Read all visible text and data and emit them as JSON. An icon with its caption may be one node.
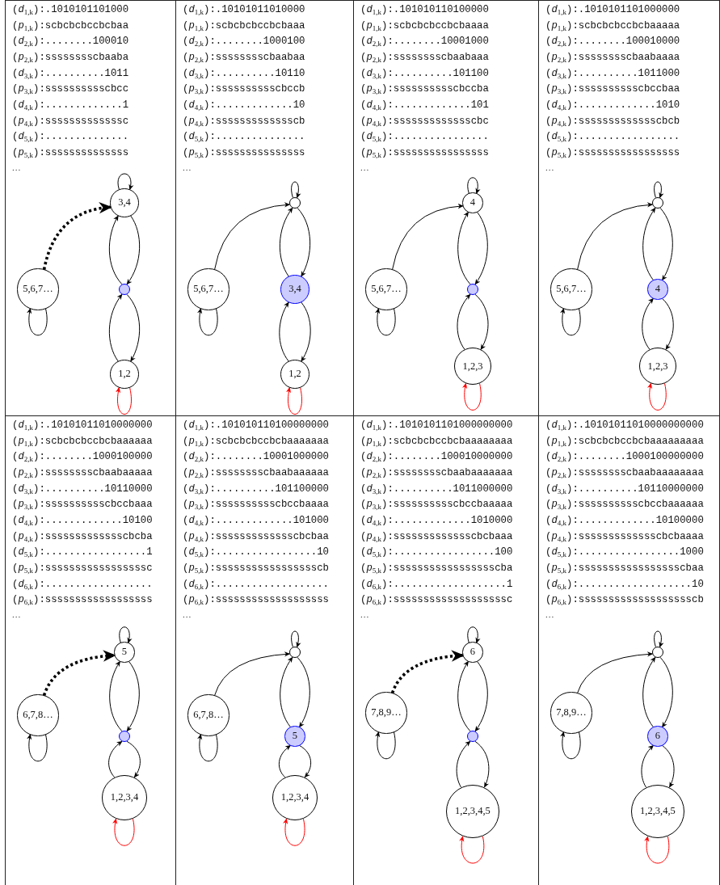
{
  "diagram": {
    "nodes": [
      {
        "text": [
          "(*d*$_{1,k}$):.1010101101000",
          "(*p*$_{1,k}$):scbcbcbccbcbaa",
          "(*d*$_{2,k}$):........100010",
          "(*p*$_{2,k}$):sssssssscbaaba",
          "(*d*$_{3,k}$):..........1011",
          "(*p*$_{3,k}$):sssssssssscbcc",
          "(*d*$_{4,k}$):.............1",
          "(*p*$_{4,k}$):sssssssssssssc",
          "(*d*$_{5,k}$):..............",
          "(*p*$_{5,k}$):ssssssssssssss",
          "..."
        ]
      },
      {
        "text": [
          "3,4"
        ],
        "in": 0
      },
      {
        "text": [
          "5,6,7…"
        ],
        "in": 0
      },
      {
        "text": [],
        "shape": "circle",
        "in": 0
      },
      {
        "text": [
          "1,2"
        ],
        "in": 0
      },
      {
        "text": [
          "(*d*$_{1,k}$):.10101011010000",
          "(*p*$_{1,k}$):scbcbcbccbcbaaa",
          "(*d*$_{2,k}$):........1000100",
          "(*p*$_{2,k}$):sssssssscbaabaa",
          "(*d*$_{3,k}$):..........10110",
          "(*p*$_{3,k}$):sssssssssscbccb",
          "(*d*$_{4,k}$):.............10",
          "(*p*$_{4,k}$):ssssssssssssscb",
          "(*d*$_{5,k}$):...............",
          "(*p*$_{5,k}$):sssssssssssssss",
          "..."
        ]
      },
      {
        "text": [],
        "shape": "circle",
        "in": 5
      },
      {
        "text": [
          "5,6,7…"
        ],
        "in": 5
      },
      {
        "text": [
          "3,4"
        ],
        "in": 5
      },
      {
        "text": [
          "1,2"
        ],
        "in": 5
      },
      {
        "text": [
          "(*d*$_{1,k}$):.101010110100000",
          "(*p*$_{1,k}$):scbcbcbccbcbaaaa",
          "(*d*$_{2,k}$):........10001000",
          "(*p*$_{2,k}$):sssssssscbaabaaa",
          "(*d*$_{3,k}$):..........101100",
          "(*p*$_{3,k}$):sssssssssscbccba",
          "(*d*$_{4,k}$):.............101",
          "(*p*$_{4,k}$):ssssssssssssscbc",
          "(*d*$_{5,k}$):................",
          "(*p*$_{5,k}$):ssssssssssssssss",
          "..."
        ]
      },
      {
        "text": [
          "4"
        ],
        "in": 10
      },
      {
        "text": [
          "5,6,7…"
        ],
        "in": 10
      },
      {
        "text": [],
        "shape": "circle",
        "in": 10
      },
      {
        "text": [
          "1,2,3"
        ],
        "in": 10
      },
      {
        "text": [
          "(*d*$_{1,k}$):.1010101101000000",
          "(*p*$_{1,k}$):scbcbcbccbcbaaaaa",
          "(*d*$_{2,k}$):........100010000",
          "(*p*$_{2,k}$):sssssssscbaabaaaa",
          "(*d*$_{3,k}$):..........1011000",
          "(*p*$_{3,k}$):sssssssssscbccbaa",
          "(*d*$_{4,k}$):.............1010",
          "(*p*$_{4,k}$):ssssssssssssscbcb",
          "(*d*$_{5,k}$):.................",
          "(*p*$_{5,k}$):sssssssssssssssss",
          "..."
        ]
      },
      {
        "text": [],
        "shape": "circle",
        "in": 15
      },
      {
        "text": [
          "5,6,7…"
        ],
        "in": 15
      },
      {
        "text": [
          "4"
        ],
        "in": 15
      },
      {
        "text": [
          "1,2,3"
        ],
        "in": 15
      },
      {
        "text": [
          "(*d*$_{1,k}$):.10101011010000000",
          "(*p*$_{1,k}$):scbcbcbccbcbaaaaaa",
          "(*d*$_{2,k}$):........1000100000",
          "(*p*$_{2,k}$):sssssssscbaabaaaaa",
          "(*d*$_{3,k}$):..........10110000",
          "(*p*$_{3,k}$):sssssssssscbccbaaa",
          "(*d*$_{4,k}$):.............10100",
          "(*p*$_{4,k}$):ssssssssssssscbcba",
          "(*d*$_{5,k}$):.................1",
          "(*p*$_{5,k}$):sssssssssssssssssc",
          "(*d*$_{6,k}$):..................",
          "(*p*$_{6,k}$):ssssssssssssssssss",
          "..."
        ]
      },
      {
        "text": [
          "5"
        ],
        "in": 20
      },
      {
        "text": [
          "6,7,8…"
        ],
        "in": 20
      },
      {
        "text": [],
        "shape": "circle",
        "in": 20
      },
      {
        "text": [
          "1,2,3,4"
        ],
        "in": 20
      },
      {
        "text": [
          "(*d*$_{1,k}$):.101010110100000000",
          "(*p*$_{1,k}$):scbcbcbccbcbaaaaaaa",
          "(*d*$_{2,k}$):........10001000000",
          "(*p*$_{2,k}$):sssssssscbaabaaaaaa",
          "(*d*$_{3,k}$):..........101100000",
          "(*p*$_{3,k}$):sssssssssscbccbaaaa",
          "(*d*$_{4,k}$):.............101000",
          "(*p*$_{4,k}$):ssssssssssssscbcbaa",
          "(*d*$_{5,k}$):.................10",
          "(*p*$_{5,k}$):ssssssssssssssssscb",
          "(*d*$_{6,k}$):...................",
          "(*p*$_{6,k}$):sssssssssssssssssss",
          "..."
        ]
      },
      {
        "text": [],
        "shape": "circle",
        "in": 25
      },
      {
        "text": [
          "6,7,8…"
        ],
        "in": 25
      },
      {
        "text": [
          "5"
        ],
        "in": 25
      },
      {
        "text": [
          "1,2,3,4"
        ],
        "in": 25
      },
      {
        "text": [
          "(*d*$_{1,k}$):.1010101101000000000",
          "(*p*$_{1,k}$):scbcbcbccbcbaaaaaaaa",
          "(*d*$_{2,k}$):........100010000000",
          "(*p*$_{2,k}$):sssssssscbaabaaaaaaa",
          "(*d*$_{3,k}$):..........1011000000",
          "(*p*$_{3,k}$):sssssssssscbccbaaaaa",
          "(*d*$_{4,k}$):.............1010000",
          "(*p*$_{4,k}$):ssssssssssssscbcbaaa",
          "(*d*$_{5,k}$):.................100",
          "(*p*$_{5,k}$):ssssssssssssssssscba",
          "(*d*$_{6,k}$):...................1",
          "(*p*$_{6,k}$):sssssssssssssssssssc",
          "..."
        ]
      },
      {
        "text": [
          "6"
        ],
        "in": 30
      },
      {
        "text": [
          "7,8,9…"
        ],
        "in": 30
      },
      {
        "text": [],
        "shape": "circle",
        "in": 30
      },
      {
        "text": [
          "1,2,3,4,5"
        ],
        "in": 30
      },
      {
        "text": [
          "(*d*$_{1,k}$):.10101011010000000000",
          "(*p*$_{1,k}$):scbcbcbccbcbaaaaaaaaa",
          "(*d*$_{2,k}$):........1000100000000",
          "(*p*$_{2,k}$):sssssssscbaabaaaaaaaa",
          "(*d*$_{3,k}$):..........10110000000",
          "(*p*$_{3,k}$):sssssssssscbccbaaaaaa",
          "(*d*$_{4,k}$):.............10100000",
          "(*p*$_{4,k}$):ssssssssssssscbcbaaaa",
          "(*d*$_{5,k}$):.................1000",
          "(*p*$_{5,k}$):ssssssssssssssssscbaa",
          "(*d*$_{6,k}$):...................10",
          "(*p*$_{6,k}$):ssssssssssssssssssscb",
          "..."
        ]
      },
      {
        "text": [],
        "shape": "circle",
        "in": 35
      },
      {
        "text": [
          "7,8,9…"
        ],
        "in": 35
      },
      {
        "text": [
          "6"
        ],
        "in": 35
      },
      {
        "text": [
          "1,2,3,4,5"
        ],
        "in": 35
      }
    ],
    "edges": [
      {
        "from": 1,
        "to": 1,
        "arrow": "to"
      },
      {
        "from": 2,
        "to": 1,
        "arrow": "to",
        "style": "dashed"
      },
      {
        "from": 2,
        "to": 2,
        "arrow": "to"
      },
      {
        "from": 1,
        "to": 3,
        "arrow": "to"
      },
      {
        "from": 3,
        "to": 1,
        "arrow": "to"
      },
      {
        "from": 3,
        "to": 4,
        "arrow": "to"
      },
      {
        "from": 4,
        "to": 3,
        "arrow": "to"
      },
      {
        "from": 4,
        "to": 4,
        "arrow": "to",
        "color": "#ff0000"
      },
      {
        "from": 6,
        "to": 6,
        "arrow": "to"
      },
      {
        "from": 7,
        "to": 6,
        "arrow": "to"
      },
      {
        "from": 7,
        "to": 7,
        "arrow": "to"
      },
      {
        "from": 6,
        "to": 8,
        "arrow": "to"
      },
      {
        "from": 8,
        "to": 6,
        "arrow": "to"
      },
      {
        "from": 8,
        "to": 9,
        "arrow": "to"
      },
      {
        "from": 9,
        "to": 8,
        "arrow": "to"
      },
      {
        "from": 9,
        "to": 9,
        "arrow": "to",
        "color": "#ff0000"
      },
      {
        "from": 11,
        "to": 11,
        "arrow": "to"
      },
      {
        "from": 12,
        "to": 11,
        "arrow": "to"
      },
      {
        "from": 12,
        "to": 12,
        "arrow": "to"
      },
      {
        "from": 11,
        "to": 13,
        "arrow": "to"
      },
      {
        "from": 13,
        "to": 11,
        "arrow": "to"
      },
      {
        "from": 13,
        "to": 14,
        "arrow": "to"
      },
      {
        "from": 14,
        "to": 13,
        "arrow": "to"
      },
      {
        "from": 14,
        "to": 14,
        "arrow": "to",
        "color": "#ff0000"
      },
      {
        "from": 16,
        "to": 16,
        "arrow": "to"
      },
      {
        "from": 17,
        "to": 16,
        "arrow": "to"
      },
      {
        "from": 17,
        "to": 17,
        "arrow": "to"
      },
      {
        "from": 16,
        "to": 18,
        "arrow": "to"
      },
      {
        "from": 18,
        "to": 16,
        "arrow": "to"
      },
      {
        "from": 18,
        "to": 19,
        "arrow": "to"
      },
      {
        "from": 19,
        "to": 18,
        "arrow": "to"
      },
      {
        "from": 19,
        "to": 19,
        "arrow": "to",
        "color": "#ff0000"
      },
      {
        "from": 21,
        "to": 21,
        "arrow": "to"
      },
      {
        "from": 22,
        "to": 21,
        "arrow": "to",
        "style": "dashed"
      },
      {
        "from": 22,
        "to": 22,
        "arrow": "to"
      },
      {
        "from": 21,
        "to": 23,
        "arrow": "to"
      },
      {
        "from": 23,
        "to": 21,
        "arrow": "to"
      },
      {
        "from": 23,
        "to": 24,
        "arrow": "to"
      },
      {
        "from": 24,
        "to": 23,
        "arrow": "to"
      },
      {
        "from": 24,
        "to": 24,
        "arrow": "to",
        "color": "#ff0000"
      },
      {
        "from": 26,
        "to": 26,
        "arrow": "to"
      },
      {
        "from": 27,
        "to": 26,
        "arrow": "to"
      },
      {
        "from": 27,
        "to": 27,
        "arrow": "to"
      },
      {
        "from": 26,
        "to": 28,
        "arrow": "to"
      },
      {
        "from": 28,
        "to": 26,
        "arrow": "to"
      },
      {
        "from": 28,
        "to": 29,
        "arrow": "to"
      },
      {
        "from": 29,
        "to": 28,
        "arrow": "to"
      },
      {
        "from": 29,
        "to": 29,
        "arrow": "to",
        "color": "#ff0000"
      },
      {
        "from": 31,
        "to": 31,
        "arrow": "to"
      },
      {
        "from": 32,
        "to": 31,
        "arrow": "to",
        "style": "dashed"
      },
      {
        "from": 32,
        "to": 32,
        "arrow": "to"
      },
      {
        "from": 31,
        "to": 33,
        "arrow": "to"
      },
      {
        "from": 33,
        "to": 31,
        "arrow": "to"
      },
      {
        "from": 33,
        "to": 34,
        "arrow": "to"
      },
      {
        "from": 34,
        "to": 33,
        "arrow": "to"
      },
      {
        "from": 34,
        "to": 34,
        "arrow": "to",
        "color": "#ff0000"
      },
      {
        "from": 36,
        "to": 36,
        "arrow": "to"
      },
      {
        "from": 37,
        "to": 36,
        "arrow": "to"
      },
      {
        "from": 37,
        "to": 37,
        "arrow": "to"
      },
      {
        "from": 36,
        "to": 38,
        "arrow": "to"
      },
      {
        "from": 38,
        "to": 36,
        "arrow": "to"
      },
      {
        "from": 38,
        "to": 39,
        "arrow": "to"
      },
      {
        "from": 39,
        "to": 38,
        "arrow": "to"
      },
      {
        "from": 39,
        "to": 39,
        "arrow": "to",
        "color": "#ff0000"
      }
    ]
  }
}
